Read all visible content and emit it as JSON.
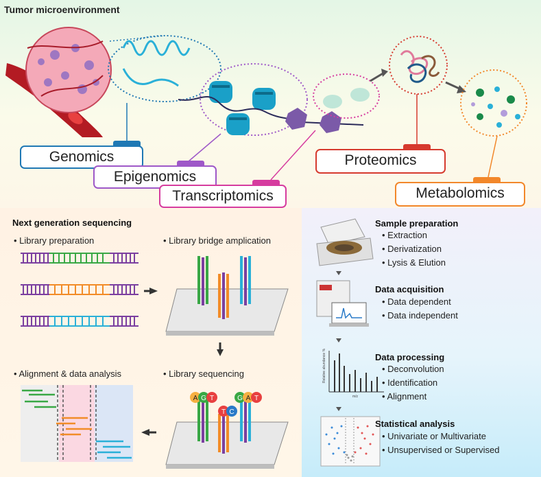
{
  "title": "Tumor microenvironment",
  "omics": {
    "genomics": "Genomics",
    "epigenomics": "Epigenomics",
    "transcriptomics": "Transcriptomics",
    "proteomics": "Proteomics",
    "metabolomics": "Metabolomics"
  },
  "ngs": {
    "heading": "Next generation sequencing",
    "library_prep": "• Library preparation",
    "bridge_amp": "• Library bridge amplication",
    "alignment": "• Alignment & data analysis",
    "sequencing": "• Library sequencing",
    "bases": [
      "A",
      "G",
      "T",
      "C",
      "G",
      "A",
      "T"
    ]
  },
  "ms": {
    "sample_prep": {
      "heading": "Sample preparation",
      "items": [
        "• Extraction",
        "• Derivatization",
        "• Lysis & Elution"
      ]
    },
    "acquisition": {
      "heading": "Data acquisition",
      "items": [
        "• Data dependent",
        "• Data independent"
      ]
    },
    "processing": {
      "heading": "Data processing",
      "items": [
        "• Deconvolution",
        "• Identification",
        "• Alignment"
      ]
    },
    "statistics": {
      "heading": "Statistical analysis",
      "items": [
        "• Univariate or Multivariate",
        "• Unsupervised or Supervised"
      ]
    },
    "spectrum_ylabel": "Relative abundance %",
    "spectrum_xlabel": "m/z"
  },
  "colors": {
    "genomics": "#1f78b4",
    "epigenomics": "#9e58c8",
    "transcriptomics": "#d63c9f",
    "proteomics": "#d63a2e",
    "metabolomics": "#f2872a",
    "green": "#39a845",
    "orange": "#f28c28",
    "cyan": "#2ab0d8",
    "purple": "#7b3fa0"
  }
}
